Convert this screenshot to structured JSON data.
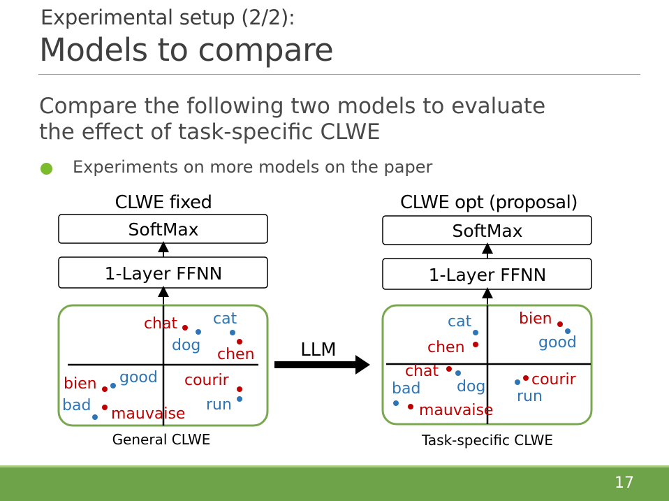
{
  "slide": {
    "subtitle": "Experimental setup (2/2):",
    "title": "Models to compare",
    "lead_line1": "Compare the following two models to evaluate",
    "lead_line2": "the effect of task-specific CLWE",
    "bullet": "Experiments on more models on the paper",
    "page_number": "17"
  },
  "colors": {
    "accent_green": "#6fa34a",
    "bullet_green": "#7cbb2e",
    "box_border_green": "#7aa84e",
    "french_word_red": "#c00000",
    "english_word_blue": "#2e75b6"
  },
  "diagram": {
    "left": {
      "title": "CLWE fixed",
      "softmax": "SoftMax",
      "ffnn": "1-Layer FFNN",
      "caption": "General CLWE",
      "words": {
        "chat": "chat",
        "cat": "cat",
        "dog": "dog",
        "chen": "chen",
        "bien": "bien",
        "good": "good",
        "courir": "courir",
        "bad": "bad",
        "mauvaise": "mauvaise",
        "run": "run"
      }
    },
    "arrow_label": "LLM",
    "right": {
      "title": "CLWE opt (proposal)",
      "softmax": "SoftMax",
      "ffnn": "1-Layer FFNN",
      "caption": "Task-specific CLWE",
      "words": {
        "cat": "cat",
        "bien": "bien",
        "good": "good",
        "chen": "chen",
        "chat": "chat",
        "bad": "bad",
        "dog": "dog",
        "courir": "courir",
        "run": "run",
        "mauvaise": "mauvaise"
      }
    }
  }
}
